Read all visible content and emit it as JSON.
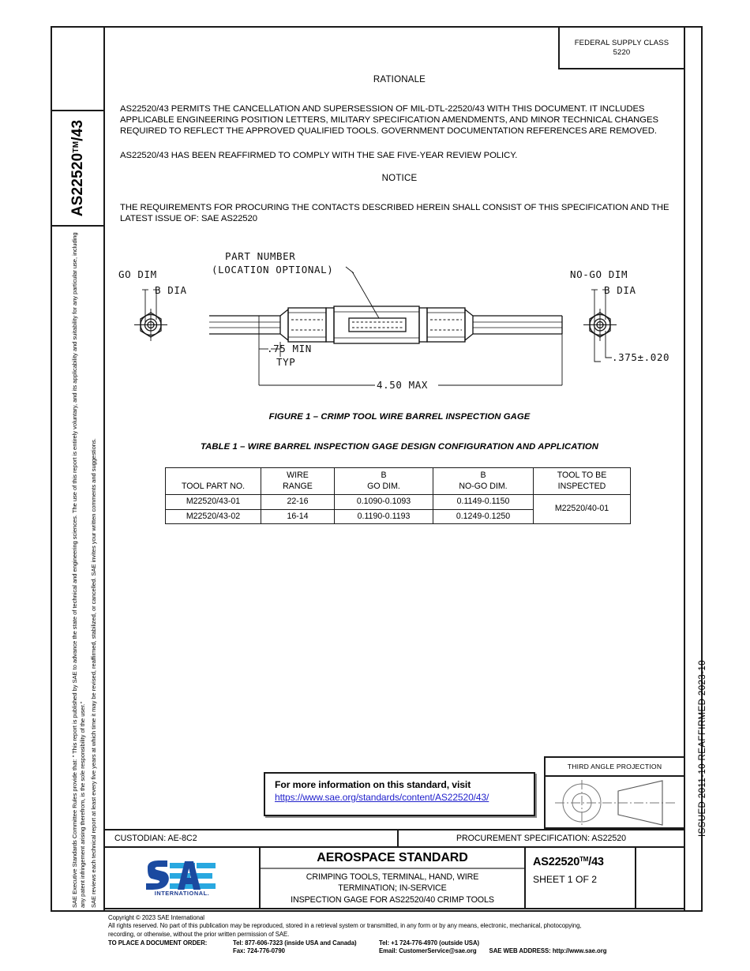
{
  "fsc": {
    "line1": "FEDERAL SUPPLY CLASS",
    "line2": "5220"
  },
  "side_tab": {
    "spec_prefix": "AS22520",
    "tm": "TM",
    "spec_suffix": "/43"
  },
  "legal": {
    "paragraph1": "SAE Executive Standards Committee Rules provide that: \" This report is published by SAE to advance the state of technical and engineering sciences. The use of this report is entirely voluntary, and its applicability and suitability for any particular use, including any patent infringement arising therefrom, is the sole responsibility of the user.\"",
    "paragraph2": "SAE reviews each technical report at least every five years at which time it may be revised, reaffirmed, stabilized, or cancelled. SAE invites your written comments and suggestions."
  },
  "issue_dates": {
    "text": "ISSUED 2011-10        REAFFIRMED 2023-10"
  },
  "body": {
    "rationale_heading": "RATIONALE",
    "rationale_p1": "AS22520/43 PERMITS THE CANCELLATION AND SUPERSESSION OF MIL-DTL-22520/43 WITH THIS DOCUMENT. IT INCLUDES APPLICABLE ENGINEERING POSITION LETTERS, MILITARY SPECIFICATION AMENDMENTS, AND MINOR TECHNICAL CHANGES REQUIRED TO REFLECT THE APPROVED QUALIFIED TOOLS. GOVERNMENT DOCUMENTATION REFERENCES ARE REMOVED.",
    "rationale_p2": "AS22520/43 HAS BEEN REAFFIRMED TO COMPLY WITH THE SAE FIVE-YEAR REVIEW POLICY.",
    "notice_heading": "NOTICE",
    "notice_p1": "THE REQUIREMENTS FOR PROCURING THE CONTACTS DESCRIBED HEREIN SHALL CONSIST OF THIS SPECIFICATION AND THE LATEST ISSUE OF:  SAE AS22520"
  },
  "drawing": {
    "go_dim": "GO DIM",
    "b_dia_left": "B DIA",
    "part_number_l1": "PART NUMBER",
    "part_number_l2": "(LOCATION OPTIONAL)",
    "no_go_dim": "NO-GO DIM",
    "b_dia_right": "B DIA",
    "min_typ_l1": ".75 MIN",
    "min_typ_l2": "TYP",
    "length_max": "4.50 MAX",
    "tol_right": ".375±.020"
  },
  "figure_caption": "FIGURE 1 – CRIMP TOOL WIRE BARREL INSPECTION GAGE",
  "table_caption": "TABLE 1 – WIRE BARREL INSPECTION GAGE DESIGN CONFIGURATION AND APPLICATION",
  "table": {
    "headers": [
      {
        "line1": "",
        "line2": "TOOL PART NO."
      },
      {
        "line1": "WIRE",
        "line2": "RANGE"
      },
      {
        "line1": "B",
        "line2": "GO DIM."
      },
      {
        "line1": "B",
        "line2": "NO-GO DIM."
      },
      {
        "line1": "TOOL TO BE",
        "line2": "INSPECTED"
      }
    ],
    "rows": [
      {
        "tool_part_no": "M22520/43-01",
        "wire_range": "22-16",
        "b_go_dim": "0.1090-0.1093",
        "b_no_go_dim": "0.1149-0.1150"
      },
      {
        "tool_part_no": "M22520/43-02",
        "wire_range": "16-14",
        "b_go_dim": "0.1190-0.1193",
        "b_no_go_dim": "0.1249-0.1250"
      }
    ],
    "tool_to_be_inspected": "M22520/40-01"
  },
  "info_box": {
    "line1": "For more information on this standard, visit",
    "url": "https://www.sae.org/standards/content/AS22520/43/"
  },
  "third_angle": {
    "title": "THIRD ANGLE PROJECTION"
  },
  "custodian_row": {
    "custodian": "CUSTODIAN: AE-8C2",
    "procurement": "PROCUREMENT SPECIFICATION: AS22520"
  },
  "title_block": {
    "logo_text": "SAE",
    "logo_sub": "INTERNATIONAL.",
    "main_title": "AEROSPACE STANDARD",
    "sub_l1": "CRIMPING TOOLS, TERMINAL, HAND, WIRE",
    "sub_l2": "TERMINATION; IN-SERVICE",
    "sub_l3": "INSPECTION GAGE FOR AS22520/40 CRIMP TOOLS",
    "spec_prefix": "AS22520",
    "spec_tm": "TM",
    "spec_suffix": "/43",
    "sheet": "SHEET 1 OF 2"
  },
  "footer": {
    "copyright": "Copyright © 2023 SAE International",
    "rights_l1": "All rights reserved. No part of this publication may be reproduced, stored in a retrieval system or transmitted, in any form or by any means, electronic, mechanical, photocopying,",
    "rights_l2": "recording, or otherwise, without the prior written permission of SAE.",
    "order_label": "TO PLACE A DOCUMENT ORDER:",
    "tel_inside": "Tel: 877-606-7323 (inside USA and Canada)",
    "tel_outside": "Tel: +1 724-776-4970 (outside USA)",
    "fax": "Fax: 724-776-0790",
    "email": "Email: CustomerService@sae.org",
    "web": "SAE WEB ADDRESS: http://www.sae.org"
  },
  "colors": {
    "line": "#1a1a1a",
    "link": "#2222cc",
    "sae_dark_blue": "#1b4aa0",
    "sae_cyan": "#29a8e0",
    "sae_navy": "#1b3a8f"
  }
}
